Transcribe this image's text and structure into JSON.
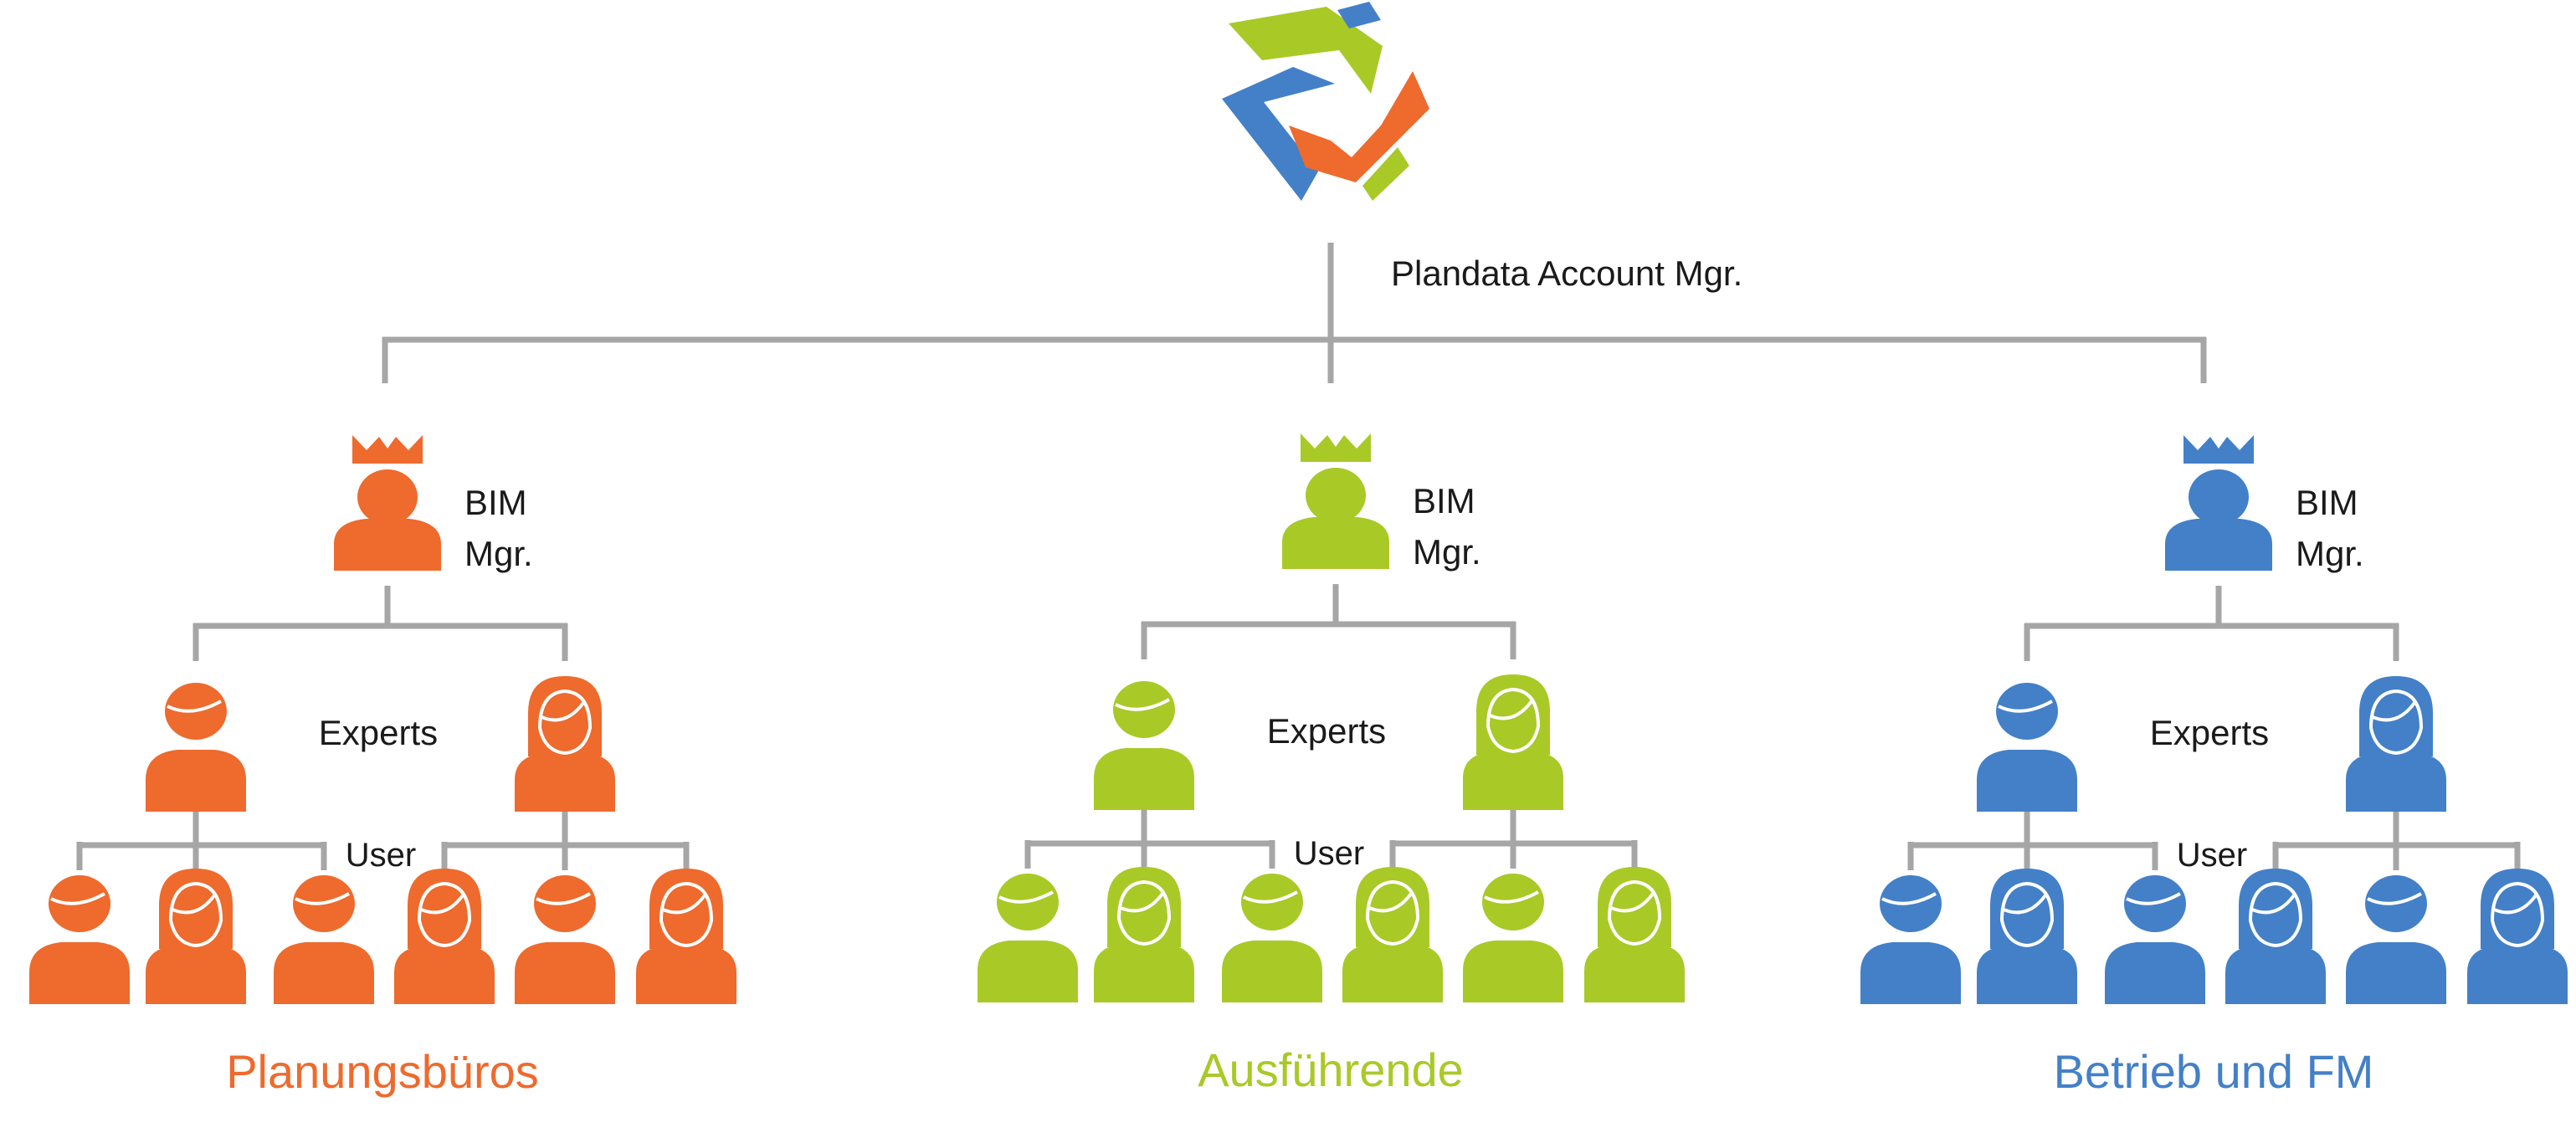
{
  "root": {
    "label": "Plandata Account Mgr."
  },
  "colors": {
    "connector": "#A6A6A6",
    "text": "#1A1A1A"
  },
  "groups": [
    {
      "name": "Planungsbüros",
      "color": "#EE6A2D",
      "manager": {
        "label_line1": "BIM",
        "label_line2": "Mgr."
      },
      "experts_label": "Experts",
      "user_label": "User"
    },
    {
      "name": "Ausführende",
      "color": "#A9C927",
      "manager": {
        "label_line1": "BIM",
        "label_line2": "Mgr."
      },
      "experts_label": "Experts",
      "user_label": "User"
    },
    {
      "name": "Betrieb und FM",
      "color": "#4380C8",
      "manager": {
        "label_line1": "BIM",
        "label_line2": "Mgr."
      },
      "experts_label": "Experts",
      "user_label": "User"
    }
  ]
}
